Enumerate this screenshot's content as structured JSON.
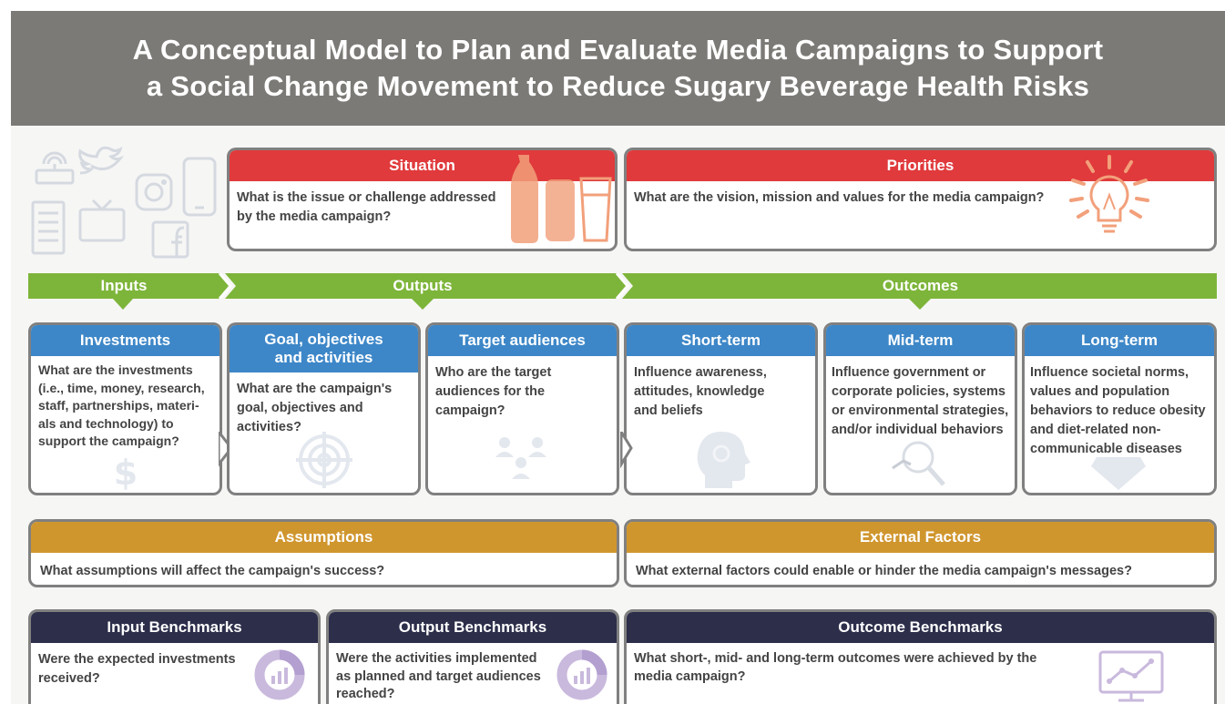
{
  "title": {
    "line1": "A Conceptual Model to Plan and Evaluate Media Campaigns to Support",
    "line2": "a Social Change Movement to Reduce Sugary Beverage Health Risks"
  },
  "situation": {
    "header": "Situation",
    "text": "What is the issue or challenge addressed by the media campaign?"
  },
  "priorities": {
    "header": "Priorities",
    "text": "What are the vision, mission and values for the media campaign?"
  },
  "flow": {
    "inputs": "Inputs",
    "outputs": "Outputs",
    "outcomes": "Outcomes"
  },
  "investments": {
    "header": "Investments",
    "text": "What are the investments (i.e., time, money, research, staff, partnerships, materi-als and technology) to support the campaign?"
  },
  "goal": {
    "header_line1": "Goal, objectives",
    "header_line2": "and activities",
    "text": "What are the campaign's goal, objectives and activities?"
  },
  "audiences": {
    "header": "Target audiences",
    "text": "Who are the target audiences for the campaign?"
  },
  "short_term": {
    "header": "Short-term",
    "text": "Influence awareness, attitudes, knowledge and beliefs"
  },
  "mid_term": {
    "header": "Mid-term",
    "text": "Influence government or corporate policies, systems or environmental strategies, and/or individual behaviors"
  },
  "long_term": {
    "header": "Long-term",
    "text": "Influence societal norms, values and population behaviors to reduce obesity and diet-related non-communicable diseases"
  },
  "assumptions": {
    "header": "Assumptions",
    "text": "What assumptions will affect the campaign's success?"
  },
  "external": {
    "header": "External Factors",
    "text": "What external factors could enable or hinder the media campaign's messages?"
  },
  "input_benchmarks": {
    "header": "Input Benchmarks",
    "text": "Were the expected investments received?"
  },
  "output_benchmarks": {
    "header": "Output Benchmarks",
    "text": "Were the activities implemented as planned and target audiences reached?"
  },
  "outcome_benchmarks": {
    "header": "Outcome Benchmarks",
    "text": "What short-, mid- and long-term outcomes were achieved by the media campaign?"
  },
  "colors": {
    "title_bg": "#7c7a76",
    "red": "#e03a3c",
    "green": "#7db53a",
    "blue": "#3d87c8",
    "gold": "#d0962e",
    "navy": "#2c2e4a",
    "border": "#808080",
    "peach": "#f2a07b",
    "lavender": "#c9b9dd"
  },
  "icons": {
    "media": [
      "router-icon",
      "twitter-icon",
      "phone-icon",
      "instagram-icon",
      "document-icon",
      "tv-icon",
      "facebook-icon"
    ],
    "situation": "sugary-drinks-icon",
    "priorities": "lightbulb-icon",
    "investments": "dollar-icon",
    "goal": "target-icon",
    "audiences": "people-icon",
    "short_term": "head-icon",
    "mid_term": "magnifier-icon",
    "long_term": "diamond-icon",
    "input_benchmarks": "donut-chart-icon",
    "output_benchmarks": "donut-chart-icon",
    "outcome_benchmarks": "monitor-graph-icon"
  }
}
